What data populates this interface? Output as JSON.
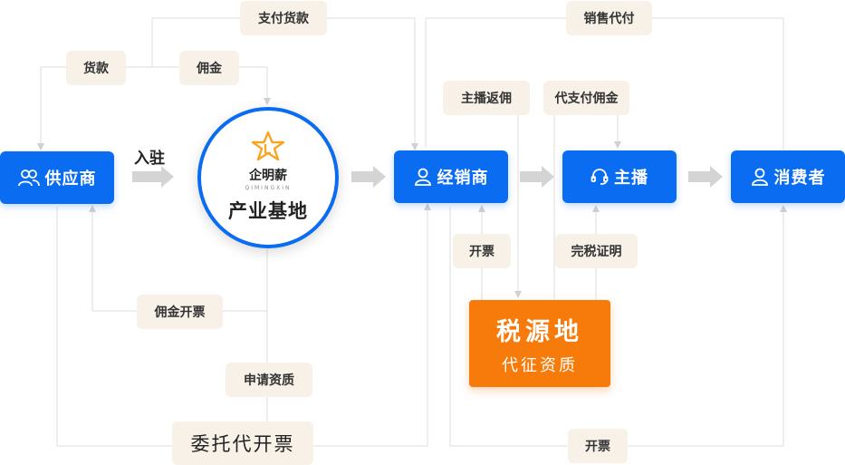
{
  "nodes": {
    "supplier": "供应商",
    "distributor": "经销商",
    "anchor": "主播",
    "consumer": "消费者"
  },
  "hub": {
    "brand": "企明薪",
    "brand_sub": "QIMINGXIN",
    "title": "产业基地"
  },
  "tax_source": {
    "title": "税源地",
    "subtitle": "代征资质"
  },
  "labels": {
    "settle_in": "入驻",
    "pay_goods": "支付货款",
    "goods_payment": "货款",
    "commission": "佣金",
    "sales_agent": "销售代付",
    "anchor_rebate": "主播返佣",
    "pay_commission": "代支付佣金",
    "invoice_1": "开票",
    "tax_proof": "完税证明",
    "commission_invoice": "佣金开票",
    "apply_qualification": "申请资质",
    "entrusted_invoice": "委托代开票",
    "invoice_2": "开票"
  },
  "colors": {
    "primary": "#0a6cf0",
    "accent": "#f77b0a",
    "tag_bg": "#f7f1e8",
    "line": "#d9d9d9",
    "star": "#f5a623"
  }
}
